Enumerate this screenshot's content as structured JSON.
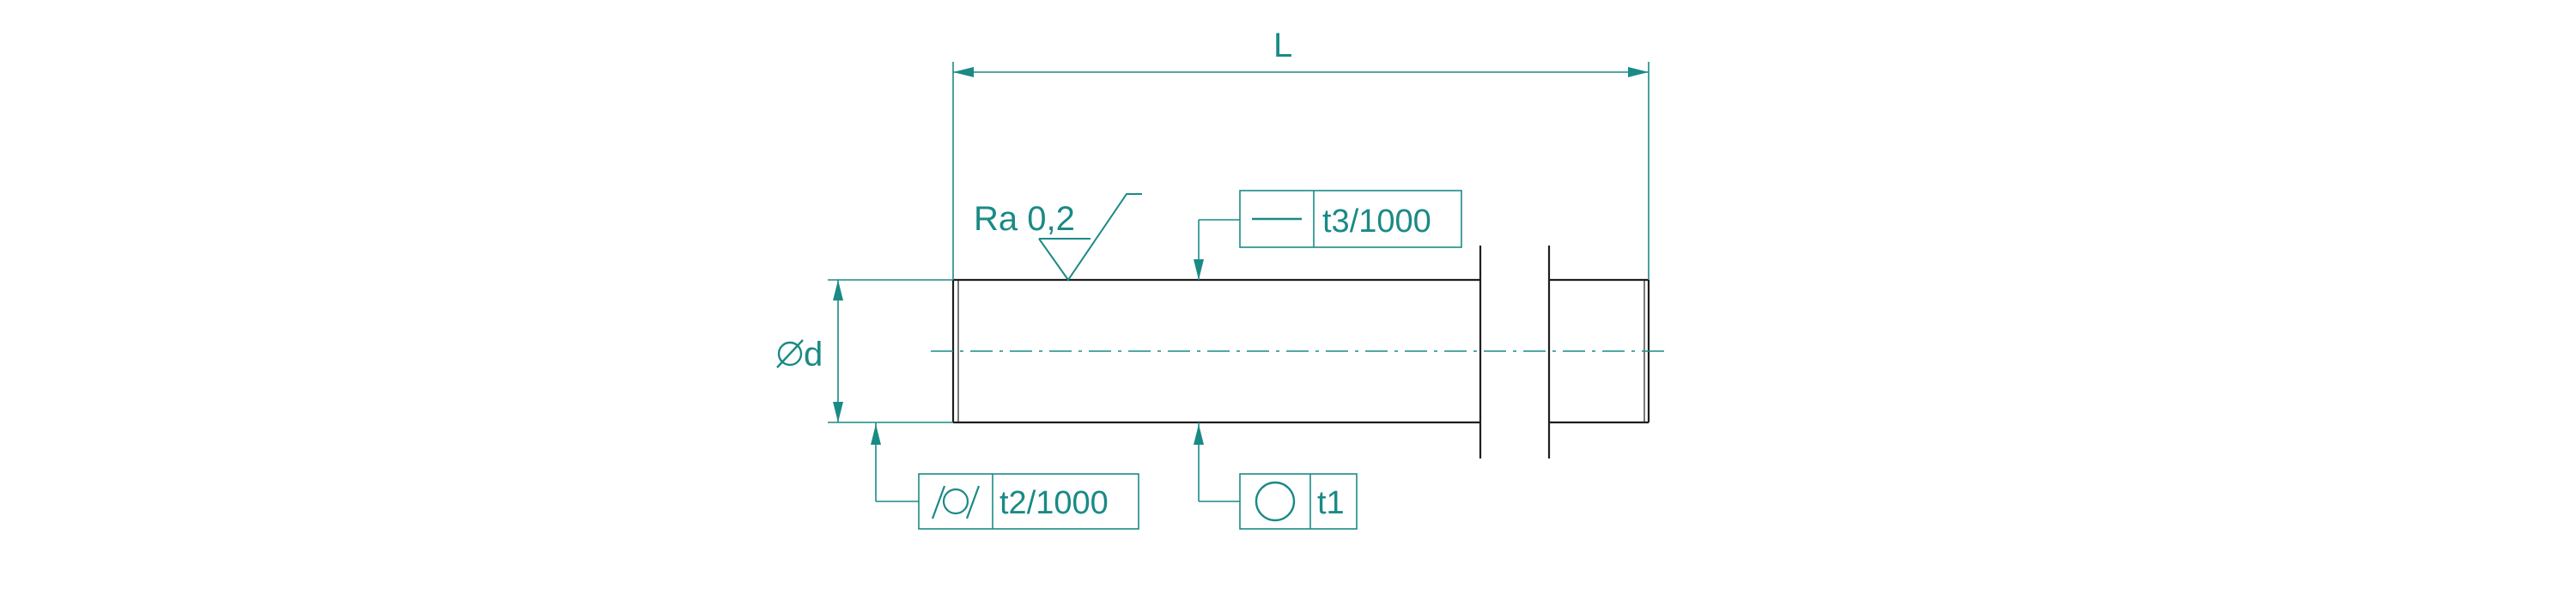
{
  "dimensions": {
    "length_label": "L",
    "diameter_label": "d",
    "diameter_symbol": "diameter-icon"
  },
  "surface_finish": {
    "label": "Ra 0,2",
    "symbol": "surface-finish-icon"
  },
  "tolerances": {
    "straightness": {
      "symbol": "straightness-icon",
      "value": "t3/1000"
    },
    "cylindricity": {
      "symbol": "cylindricity-icon",
      "value": "t2/1000"
    },
    "circularity": {
      "symbol": "circularity-icon",
      "value": "t1"
    }
  },
  "colors": {
    "annotation": "#1a8a86",
    "outline": "#1f1f1f",
    "background": "#ffffff"
  }
}
